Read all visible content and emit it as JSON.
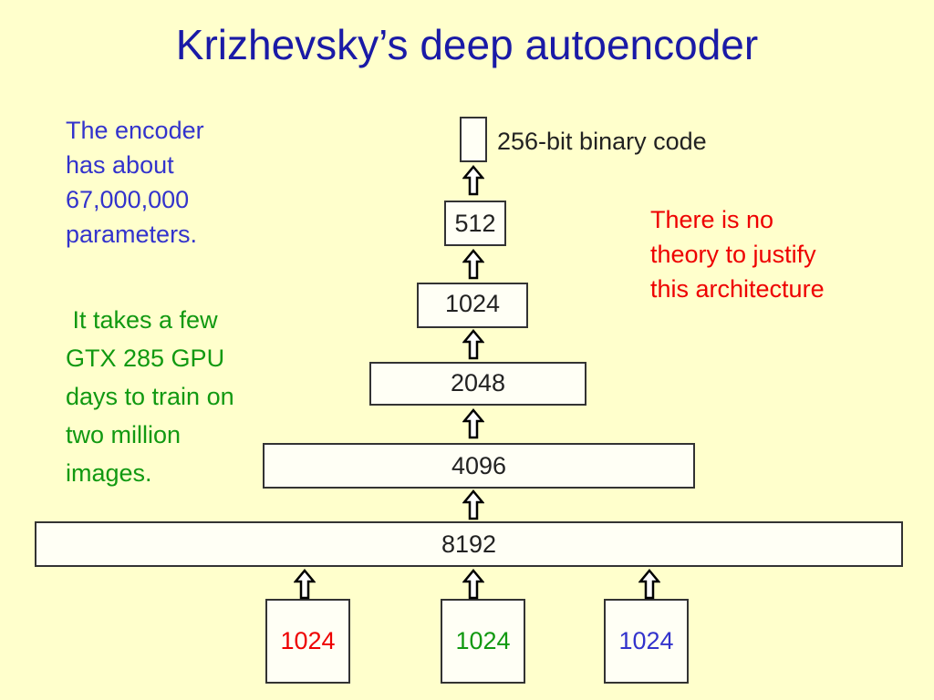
{
  "slide": {
    "title": "Krizhevsky’s deep autoencoder"
  },
  "notes": {
    "encoder_params": [
      "The encoder",
      "has about",
      "67,000,000",
      "parameters."
    ],
    "training": [
      " It takes a few",
      "GTX 285 GPU",
      "days to train on",
      "two million",
      "images."
    ],
    "theory": [
      "There is no",
      "theory to justify",
      "this architecture"
    ]
  },
  "diagram": {
    "code_label": "256-bit binary code",
    "layers": [
      "512",
      "1024",
      "2048",
      "4096",
      "8192"
    ],
    "inputs": [
      {
        "label": "1024",
        "color": "#ee0000"
      },
      {
        "label": "1024",
        "color": "#119911"
      },
      {
        "label": "1024",
        "color": "#3333cc"
      }
    ]
  },
  "colors": {
    "background": "#FFFFCC",
    "title": "#1a1aa6",
    "blue_text": "#3333cc",
    "green_text": "#119911",
    "red_text": "#ee0000"
  }
}
